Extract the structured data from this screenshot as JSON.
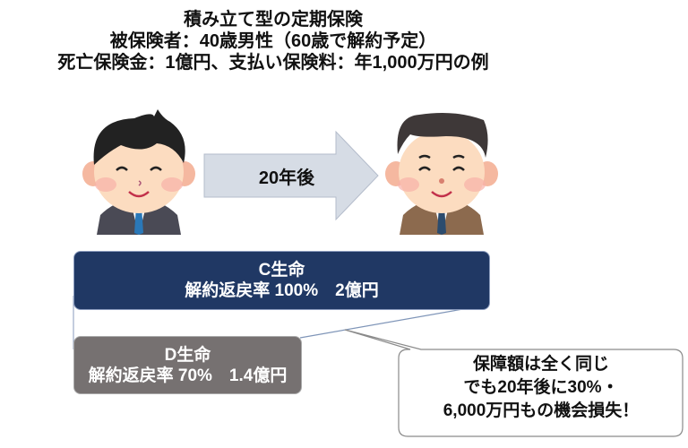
{
  "title": {
    "line1": "積み立て型の定期保険",
    "line2": "被保険者：40歳男性（60歳で解約予定）",
    "line3": "死亡保険金：1億円、支払い保険料：年1,000万円の例"
  },
  "arrow": {
    "label": "20年後"
  },
  "company_c": {
    "name": "C生命",
    "detail": "解約返戻率 100%　2億円"
  },
  "company_d": {
    "name": "D生命",
    "detail": "解約返戻率 70%　1.4億円"
  },
  "callout": {
    "line1": "保障額は全く同じ",
    "line2": "でも20年後に30%・",
    "line3": "6,000万円もの機会損失！"
  },
  "colors": {
    "c_box": "#203864",
    "d_box": "#767171",
    "arrow": "#d6dce5"
  }
}
